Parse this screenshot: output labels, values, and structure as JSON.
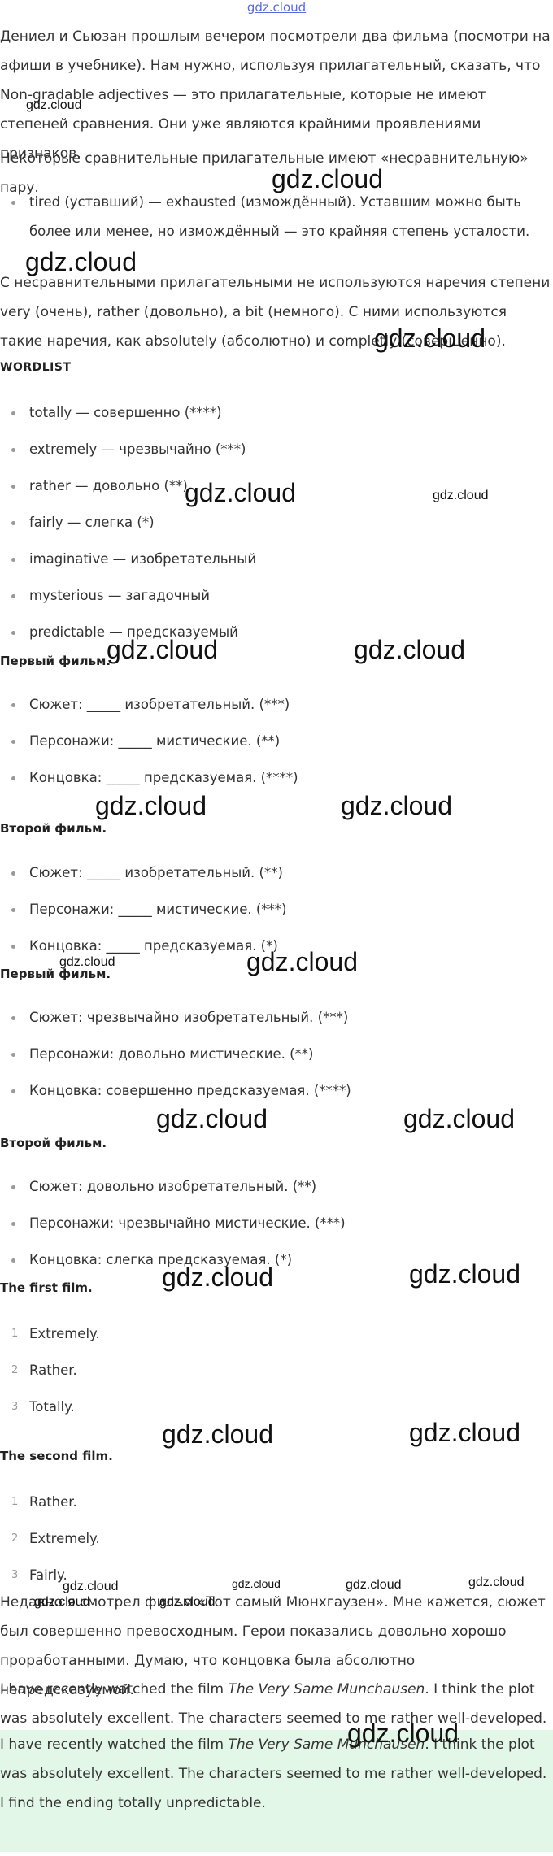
{
  "header": {
    "site_link": "gdz.cloud"
  },
  "intro": {
    "p1": "Дениел и Сьюзан прошлым вечером посмотрели два фильма (посмотри на афиши в учебнике). Нам нужно, используя прилагательный, сказать, что",
    "p2": "Non-gradable adjectives — это прилагательные, которые не имеют степеней сравнения. Они уже являются крайними проявлениями признаков.",
    "p3": "Некоторые сравнительные прилагательные имеют «несравнительную» пару.",
    "tired_item": "tired (уставший) — exhausted (измождённый). Уставшим можно быть более или менее, но измождённый — это крайняя степень усталости.",
    "p4": "С несравнительными прилагательными не используются наречия степени very (очень), rather (довольно), a bit (немного). С ними используются такие наречия, как absolutely (абсолютно) и completly (совершенно)."
  },
  "wordlist": {
    "title": "WORDLIST",
    "items": [
      "totally — совершенно (****)",
      "extremely — чрезвычайно (***)",
      "rather — довольно (**)",
      "fairly — слегка (*)",
      "imaginative — изобретательный",
      "mysterious — загадочный",
      "predictable — предсказуемый"
    ]
  },
  "task": {
    "film1_heading": "Первый фильм.",
    "film1_items": [
      "Сюжет: _____ изобретательный. (***)",
      "Персонажи: _____ мистические. (**)",
      "Концовка: _____ предсказуемая. (****)"
    ],
    "film2_heading": "Второй фильм.",
    "film2_items": [
      "Сюжет: _____ изобретательный. (**)",
      "Персонажи: _____ мистические. (***)",
      "Концовка: _____ предсказуемая. (*)"
    ]
  },
  "answers_ru": {
    "film1_heading": "Первый фильм.",
    "film1_items": [
      "Сюжет: чрезвычайно изобретательный. (***)",
      "Персонажи: довольно мистические. (**)",
      "Концовка: совершенно предсказуемая. (****)"
    ],
    "film2_heading": "Второй фильм.",
    "film2_items": [
      "Сюжет: довольно изобретательный. (**)",
      "Персонажи: чрезвычайно мистические. (***)",
      "Концовка: слегка предсказуемая. (*)"
    ]
  },
  "answers_en": {
    "film1_heading": "The first film.",
    "film1_items": [
      {
        "num": "1",
        "text": "Extremely."
      },
      {
        "num": "2",
        "text": "Rather."
      },
      {
        "num": "3",
        "text": "Totally."
      }
    ],
    "film2_heading": "The second film.",
    "film2_items": [
      {
        "num": "1",
        "text": "Rather."
      },
      {
        "num": "2",
        "text": "Extremely."
      },
      {
        "num": "3",
        "text": "Fairly."
      }
    ]
  },
  "review": {
    "ru": "Недавно я смотрел фильм «Тот самый Мюнхгаузен». Мне кажется, сюжет был совершенно превосходным. Герои показались довольно хорошо проработанными. Думаю, что концовка была абсолютно непредсказуемой.",
    "en_before": "I have recently watched the film ",
    "en_title": "The Very Same Munchausen",
    "en_after": ". I think the plot was absolutely excellent. The characters seemed to me rather well-developed. I find the ending totally unpredictable.",
    "hl_before": "I have recently watched the film ",
    "hl_title": "The Very Same Munchausen",
    "hl_after": ". I think the plot was absolutely excellent. The characters seemed to me rather well-developed. I find the ending totally unpredictable."
  },
  "watermark": {
    "text": "gdz.cloud"
  }
}
